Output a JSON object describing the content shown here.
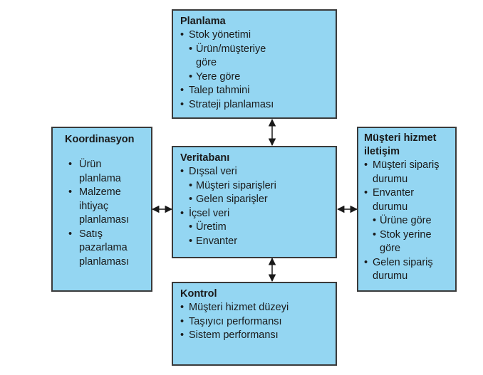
{
  "colors": {
    "box_fill": "#94d6f2",
    "box_border": "#3a3a3a",
    "arrow": "#1a1a1a"
  },
  "planlama": {
    "title": "Planlama",
    "items": [
      {
        "text": "Stok yönetimi",
        "level": 1
      },
      {
        "text": "Ürün/müşteriye",
        "level": 2
      },
      {
        "text": "göre",
        "level": 2,
        "cont": true
      },
      {
        "text": "Yere göre",
        "level": 2
      },
      {
        "text": "Talep tahmini",
        "level": 1
      },
      {
        "text": "Strateji planlaması",
        "level": 1
      }
    ]
  },
  "veritabani": {
    "title": "Veritabanı",
    "items": [
      {
        "text": "Dışsal veri",
        "level": 1
      },
      {
        "text": "Müşteri siparişleri",
        "level": 2
      },
      {
        "text": "Gelen siparişler",
        "level": 2
      },
      {
        "text": "İçsel veri",
        "level": 1
      },
      {
        "text": "Üretim",
        "level": 2
      },
      {
        "text": "Envanter",
        "level": 2
      }
    ]
  },
  "kontrol": {
    "title": "Kontrol",
    "items": [
      {
        "text": "Müşteri hizmet düzeyi",
        "level": 1
      },
      {
        "text": "Taşıyıcı performansı",
        "level": 1
      },
      {
        "text": "Sistem performansı",
        "level": 1
      }
    ]
  },
  "koordinasyon": {
    "title": "Koordinasyon",
    "items": [
      {
        "text": "Ürün",
        "level": 1
      },
      {
        "text": "planlama",
        "level": 1,
        "cont": true
      },
      {
        "text": "Malzeme",
        "level": 1
      },
      {
        "text": "ihtiyaç",
        "level": 1,
        "cont": true
      },
      {
        "text": "planlaması",
        "level": 1,
        "cont": true
      },
      {
        "text": "Satış",
        "level": 1
      },
      {
        "text": "pazarlama",
        "level": 1,
        "cont": true
      },
      {
        "text": "planlaması",
        "level": 1,
        "cont": true
      }
    ]
  },
  "musteri": {
    "title_line1": "Müşteri hizmet",
    "title_line2": "iletişim",
    "items": [
      {
        "text": "Müşteri sipariş",
        "level": 1
      },
      {
        "text": "durumu",
        "level": 1,
        "cont": true
      },
      {
        "text": "Envanter",
        "level": 1
      },
      {
        "text": "durumu",
        "level": 1,
        "cont": true
      },
      {
        "text": "Ürüne göre",
        "level": 2
      },
      {
        "text": "Stok yerine",
        "level": 2
      },
      {
        "text": "göre",
        "level": 2,
        "cont": true
      },
      {
        "text": "Gelen sipariş",
        "level": 1
      },
      {
        "text": "durumu",
        "level": 1,
        "cont": true
      }
    ]
  }
}
